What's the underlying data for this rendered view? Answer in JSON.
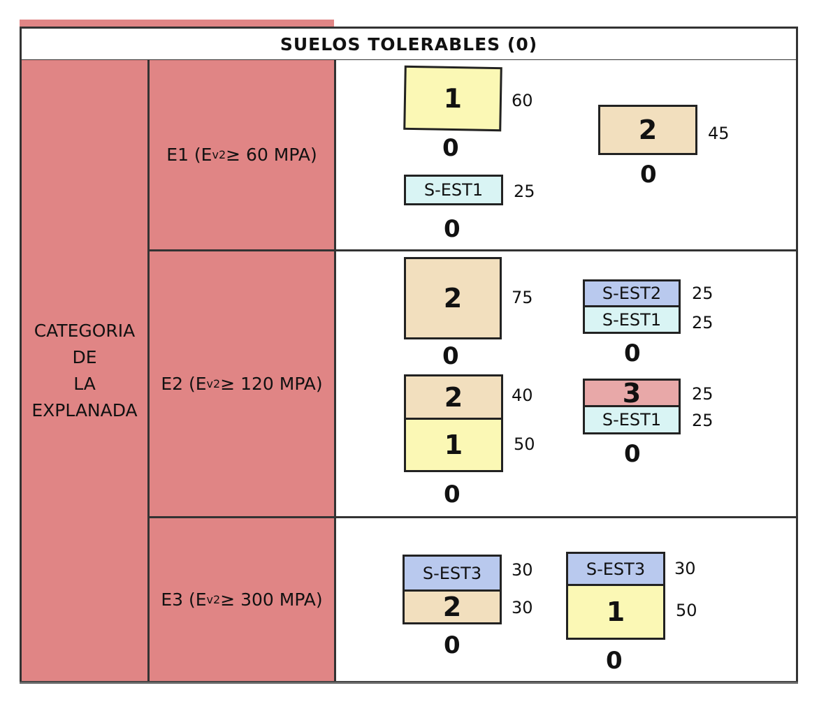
{
  "header": "SUELOS TOLERABLES (0)",
  "category": {
    "lines": [
      "CATEGORIA",
      "DE",
      "LA",
      "EXPLANADA"
    ]
  },
  "rows": [
    {
      "label": {
        "prefix": "E1 (E",
        "sub": "v2",
        "suffix": " ≥ 60 MPA)"
      }
    },
    {
      "label": {
        "prefix": "E2 (E",
        "sub": "v2",
        "suffix": " ≥ 120 MPA)"
      }
    },
    {
      "label": {
        "prefix": "E3 (E",
        "sub": "v2",
        "suffix": " ≥ 300 MPA)"
      }
    }
  ],
  "sections": {
    "e1": {
      "a": {
        "layer": "1",
        "thickness": "60",
        "base": "0"
      },
      "b": {
        "layer": "2",
        "thickness": "45",
        "base": "0"
      },
      "c": {
        "layer": "S-EST1",
        "thickness": "25",
        "base": "0"
      }
    },
    "e2": {
      "a": {
        "layer": "2",
        "thickness": "75",
        "base": "0"
      },
      "b": {
        "layers": [
          "S-EST2",
          "S-EST1"
        ],
        "thicknesses": [
          "25",
          "25"
        ],
        "base": "0"
      },
      "c": {
        "layers": [
          "2",
          "1"
        ],
        "thicknesses": [
          "40",
          "50"
        ],
        "base": "0"
      },
      "d": {
        "layers": [
          "3",
          "S-EST1"
        ],
        "thicknesses": [
          "25",
          "25"
        ],
        "base": "0"
      }
    },
    "e3": {
      "a": {
        "layers": [
          "S-EST3",
          "2"
        ],
        "thicknesses": [
          "30",
          "30"
        ],
        "base": "0"
      },
      "b": {
        "layers": [
          "S-EST3",
          "1"
        ],
        "thicknesses": [
          "30",
          "50"
        ],
        "base": "0"
      }
    }
  },
  "colors": {
    "category_red": "#e08585",
    "yellow": "#fbf8b5",
    "tan": "#f2dfbe",
    "cyan": "#d9f4f4",
    "blue": "#b9c9ee",
    "pink": "#e8a8a8"
  }
}
